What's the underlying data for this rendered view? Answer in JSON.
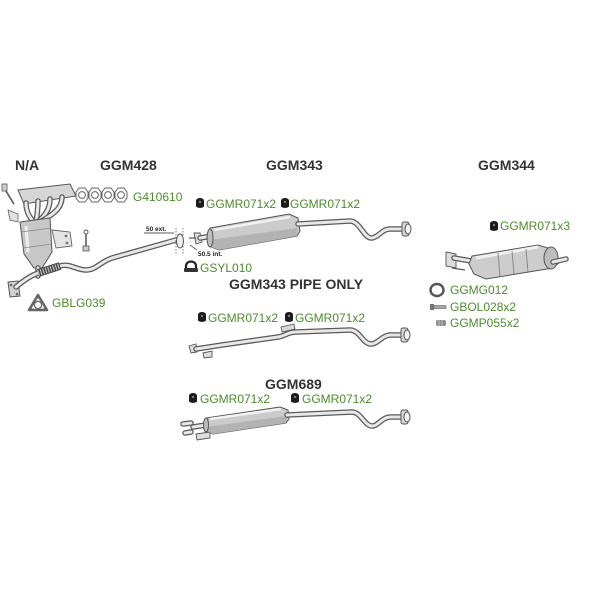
{
  "headings": {
    "na": "N/A",
    "ggm428": "GGM428",
    "ggm343": "GGM343",
    "ggm344": "GGM344",
    "ggm343_pipe_only": "GGM343 PIPE ONLY",
    "ggm689": "GGM689"
  },
  "part_codes": {
    "gasket_set": "G410610",
    "ggm343_hanger_left": "GGMR071x2",
    "ggm343_hanger_right": "GGMR071x2",
    "ggm344_hanger": "GGMR071x3",
    "clamp": "GSYL010",
    "front_gasket": "GBLG039",
    "ggm344_ring": "GGMG012",
    "ggm344_bolt": "GBOL028x2",
    "ggm344_spring": "GGMP055x2",
    "pipe_only_hanger_left": "GGMR071x2",
    "pipe_only_hanger_right": "GGMR071x2",
    "ggm689_hanger_left": "GGMR071x2",
    "ggm689_hanger_right": "GGMR071x2"
  },
  "dimensions": {
    "external": "50 ext.",
    "internal": "50.5 int."
  },
  "icons": {
    "hanger": "rubber-hanger-icon",
    "clamp": "u-clamp-icon",
    "front_gasket": "triangle-gasket-icon",
    "ring": "ring-gasket-icon",
    "bolt": "bolt-icon",
    "spring": "spring-icon"
  },
  "colors": {
    "heading": "#333333",
    "part_code": "#4c8c2c"
  }
}
